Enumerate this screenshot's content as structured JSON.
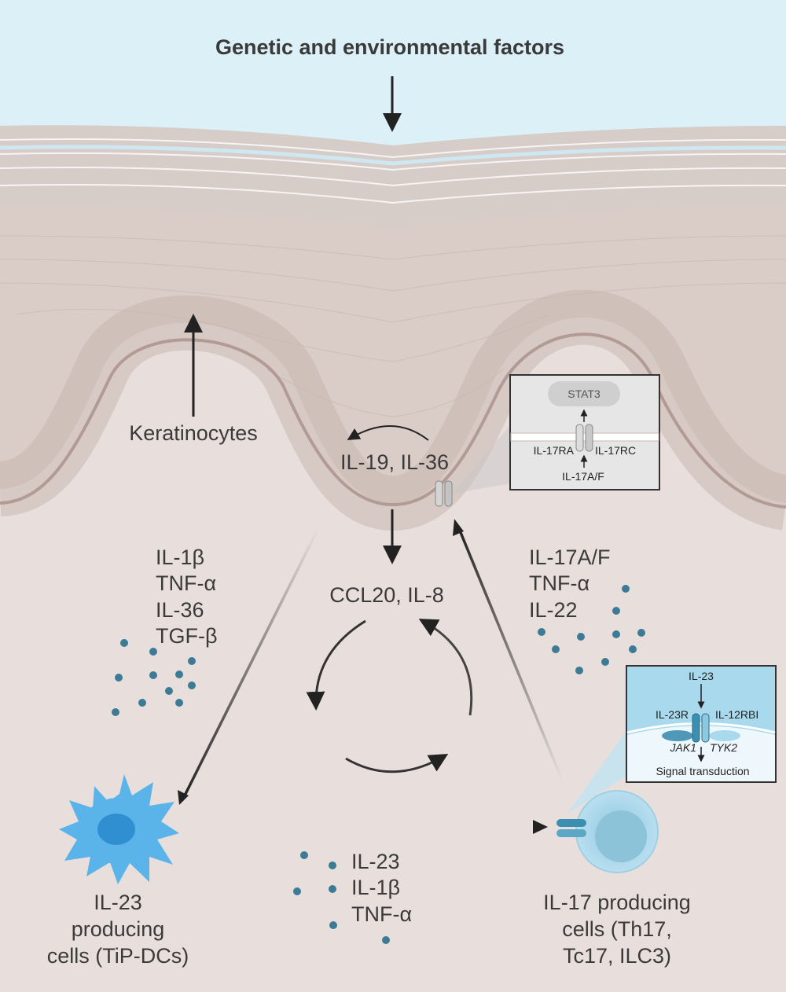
{
  "title": "Genetic and environmental factors",
  "labels": {
    "keratinocytes": "Keratinocytes",
    "il19_il36": "IL-19, IL-36",
    "ccl20_il8": "CCL20, IL-8",
    "dc_cytokines": [
      "IL-1β",
      "TNF-α",
      "IL-36",
      "TGF-β"
    ],
    "th17_cytokines": [
      "IL-17A/F",
      "TNF-α",
      "IL-22"
    ],
    "bottom_cytokines": [
      "IL-23",
      "IL-1β",
      "TNF-α"
    ],
    "dc_cell": [
      "IL-23",
      "producing",
      "cells (TiP-DCs)"
    ],
    "th17_cell": [
      "IL-17 producing",
      "cells (Th17,",
      "Tc17, ILC3)"
    ]
  },
  "inset_il17": {
    "stat": "STAT3",
    "receptor_left": "IL-17RA",
    "receptor_right": "IL-17RC",
    "ligand": "IL-17A/F"
  },
  "inset_il23": {
    "ligand": "IL-23",
    "receptor_left": "IL-23R",
    "receptor_right": "IL-12RBI",
    "kinase_left": "JAK1",
    "kinase_right": "TYK2",
    "outcome": "Signal transduction"
  },
  "colors": {
    "sky": "#dcf0f8",
    "epidermis": "#dacdc8",
    "dermis": "#e8dfdc",
    "dot": "#3c7a96",
    "dc": "#5ab4ea",
    "tcell": "#a9d6e8"
  }
}
